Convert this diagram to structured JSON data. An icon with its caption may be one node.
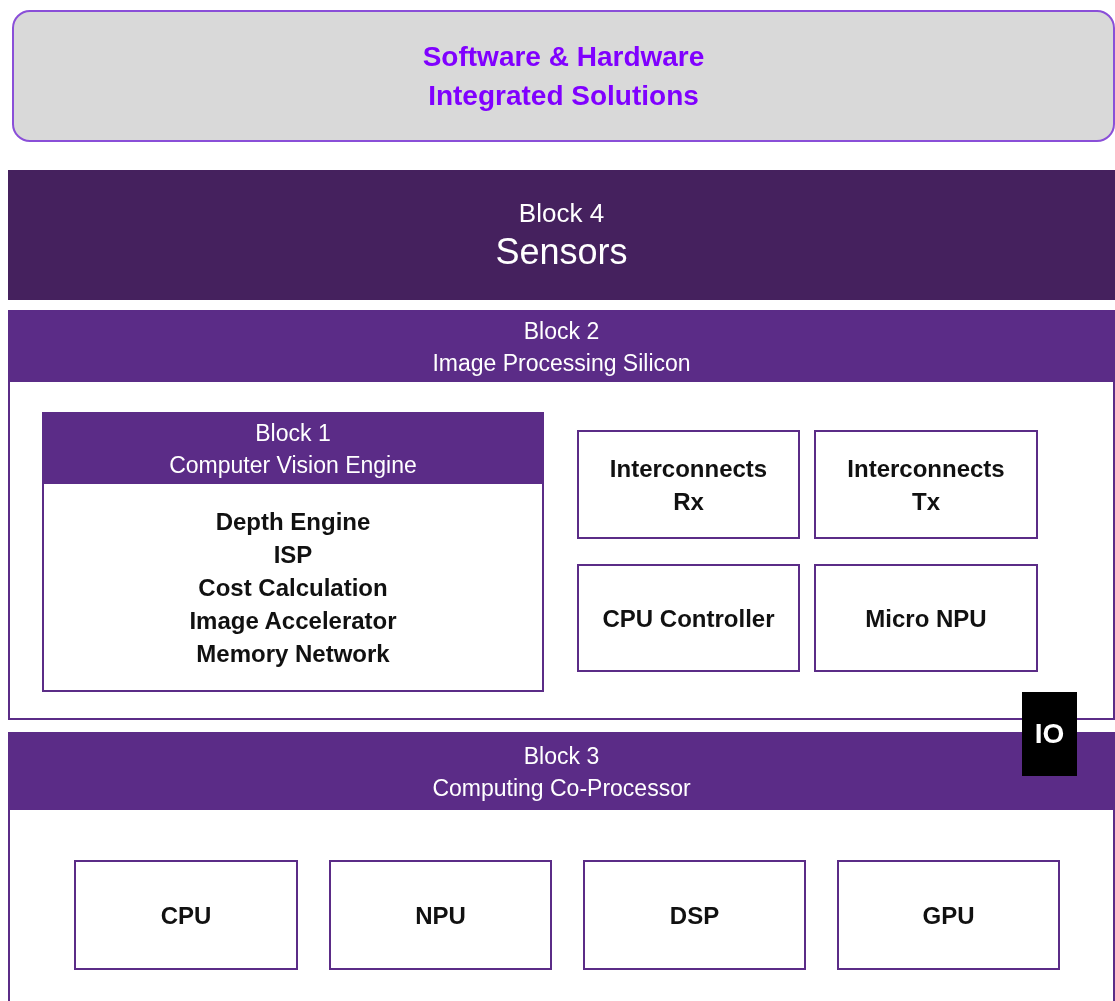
{
  "diagram": {
    "nodes": [
      {
        "text": [
          "Software & Hardware Integrated Solutions"
        ]
      },
      {
        "text": [
          "Block 4",
          "Sensors"
        ]
      },
      {
        "text": [
          "Block 2",
          "Image Processing Silicon"
        ]
      },
      {
        "text": [
          "Block 1",
          "Computer Vision Engine",
          "Depth Engine",
          "ISP",
          "Cost Calculation",
          "Image Accelerator",
          "Memory Network"
        ],
        "in": 2
      },
      {
        "text": [
          "Interconnects Rx"
        ],
        "in": 2
      },
      {
        "text": [
          "Interconnects Tx"
        ],
        "in": 2
      },
      {
        "text": [
          "CPU Controller"
        ],
        "in": 2
      },
      {
        "text": [
          "Micro NPU"
        ],
        "in": 2
      },
      {
        "text": [
          "IO"
        ]
      },
      {
        "text": [
          "Block 3",
          "Computing Co-Processor"
        ]
      },
      {
        "text": [
          "CPU"
        ],
        "in": 9
      },
      {
        "text": [
          "NPU"
        ],
        "in": 9
      },
      {
        "text": [
          "DSP"
        ],
        "in": 9
      },
      {
        "text": [
          "GPU"
        ],
        "in": 9
      }
    ]
  }
}
